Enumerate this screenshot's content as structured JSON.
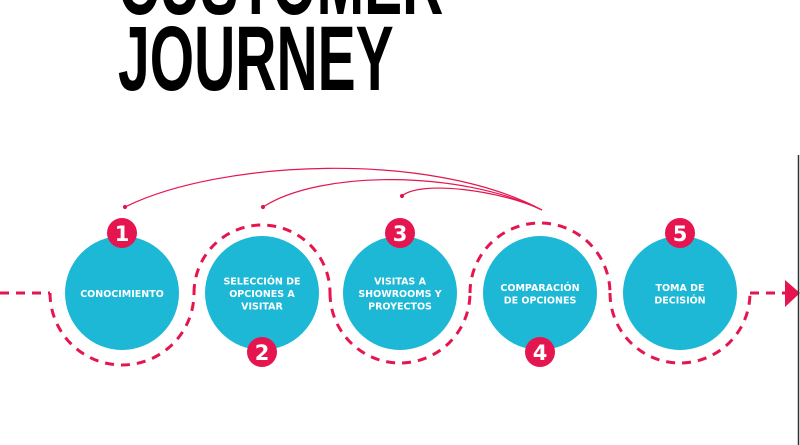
{
  "title": {
    "line1": "CUSTOMER",
    "line2": "JOURNEY"
  },
  "colors": {
    "circle": "#1db8d6",
    "accent": "#e5154f",
    "text": "#000000"
  },
  "steps": [
    {
      "number": "1",
      "lines": [
        "CONOCIMIENTO"
      ]
    },
    {
      "number": "2",
      "lines": [
        "SELECCIÓN DE",
        "OPCIONES A",
        "VISITAR"
      ]
    },
    {
      "number": "3",
      "lines": [
        "VISITAS A",
        "SHOWROOMS Y",
        "PROYECTOS"
      ]
    },
    {
      "number": "4",
      "lines": [
        "COMPARACIÓN",
        "DE OPCIONES"
      ]
    },
    {
      "number": "5",
      "lines": [
        "TOMA DE",
        "DECISIÓN"
      ]
    }
  ]
}
